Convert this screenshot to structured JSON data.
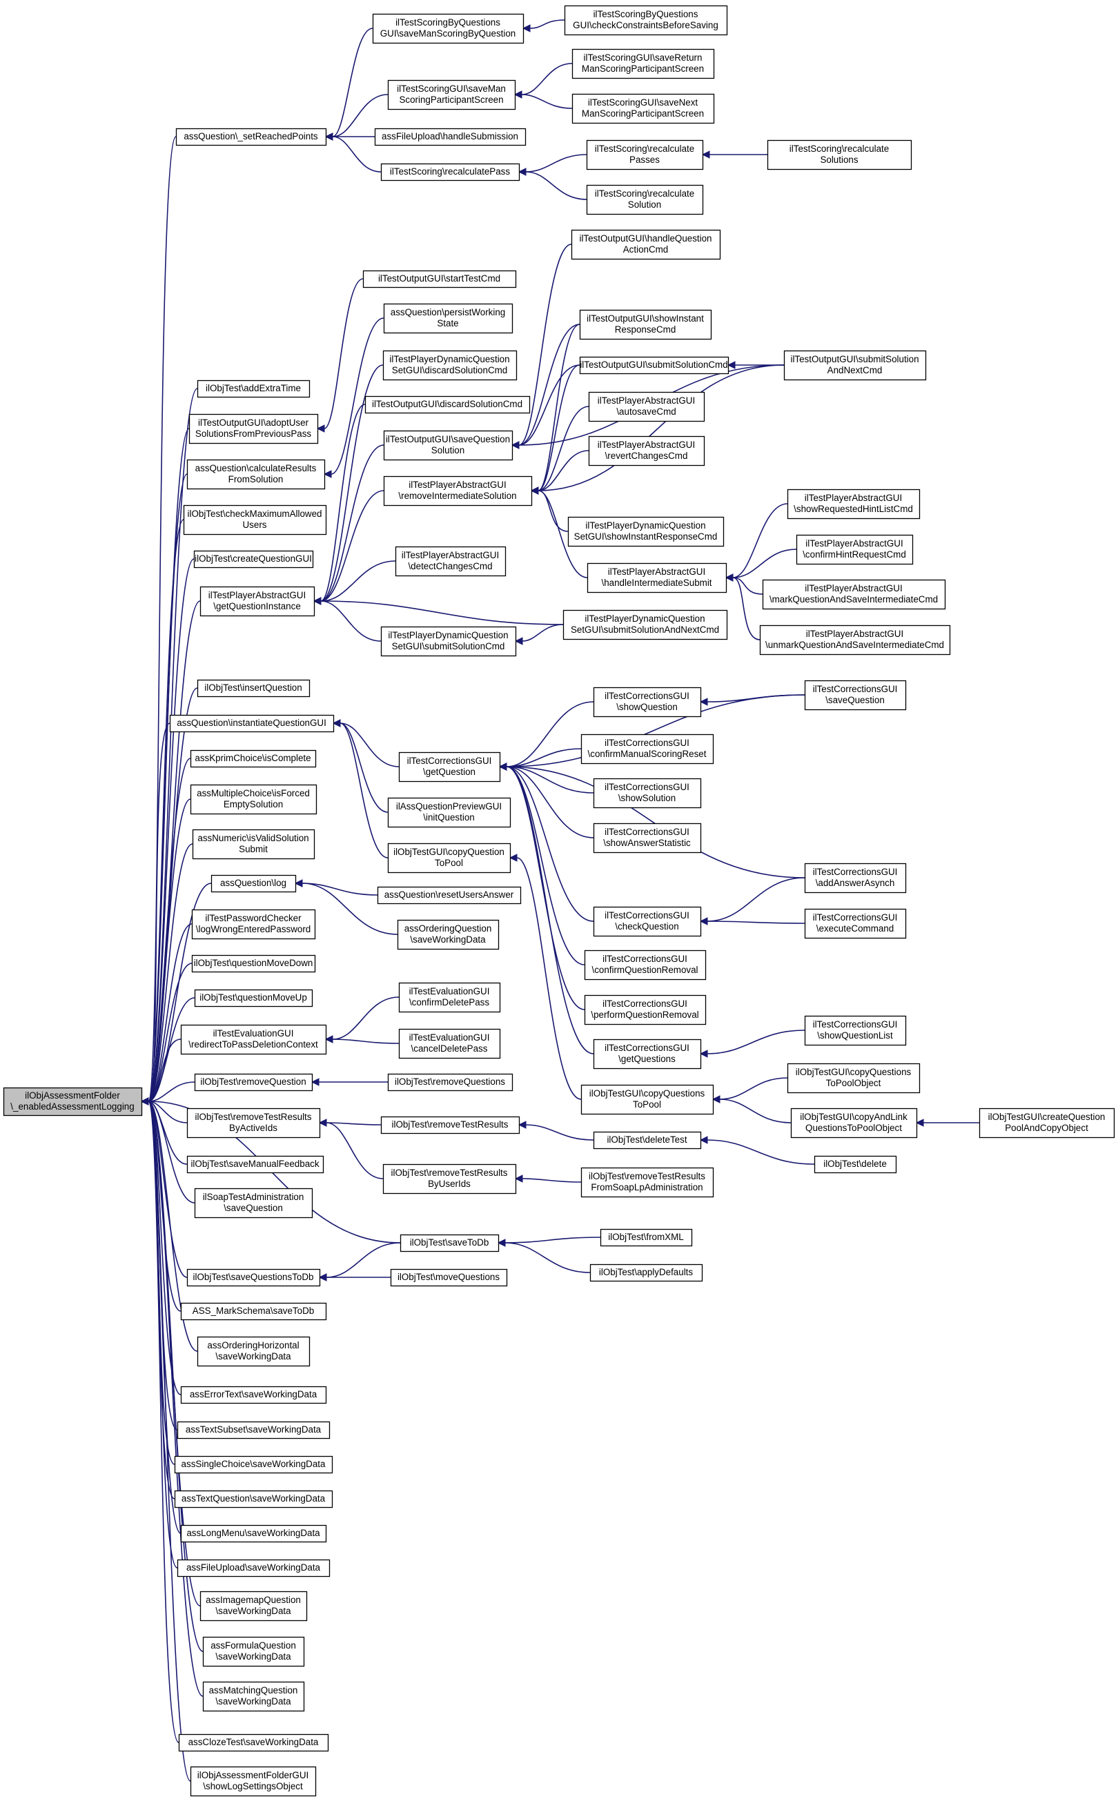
{
  "nodes": [
    {
      "id": "root",
      "lines": [
        "ilObjAssessmentFolder",
        "\\_enabledAssessmentLogging"
      ],
      "root": true
    },
    {
      "id": "setReachedPoints",
      "lines": [
        "assQuestion\\_setReachedPoints"
      ]
    },
    {
      "id": "sbqSaveMan",
      "lines": [
        "ilTestScoringByQuestions",
        "GUI\\saveManScoringByQuestion"
      ]
    },
    {
      "id": "sbqCheck",
      "lines": [
        "ilTestScoringByQuestions",
        "GUI\\checkConstraintsBeforeSaving"
      ]
    },
    {
      "id": "sgSaveMan",
      "lines": [
        "ilTestScoringGUI\\saveMan",
        "ScoringParticipantScreen"
      ]
    },
    {
      "id": "sgSaveReturn",
      "lines": [
        "ilTestScoringGUI\\saveReturn",
        "ManScoringParticipantScreen"
      ]
    },
    {
      "id": "sgSaveNext",
      "lines": [
        "ilTestScoringGUI\\saveNext",
        "ManScoringParticipantScreen"
      ]
    },
    {
      "id": "fileUploadHandle",
      "lines": [
        "assFileUpload\\handleSubmission"
      ]
    },
    {
      "id": "recalcPass",
      "lines": [
        "ilTestScoring\\recalculatePass"
      ]
    },
    {
      "id": "recalcPasses",
      "lines": [
        "ilTestScoring\\recalculate",
        "Passes"
      ]
    },
    {
      "id": "recalcSolutions",
      "lines": [
        "ilTestScoring\\recalculate",
        "Solutions"
      ]
    },
    {
      "id": "recalcSolution",
      "lines": [
        "ilTestScoring\\recalculate",
        "Solution"
      ]
    },
    {
      "id": "handleQAction",
      "lines": [
        "ilTestOutputGUI\\handleQuestion",
        "ActionCmd"
      ]
    },
    {
      "id": "startTestCmd",
      "lines": [
        "ilTestOutputGUI\\startTestCmd"
      ]
    },
    {
      "id": "persistWorking",
      "lines": [
        "assQuestion\\persistWorking",
        "State"
      ]
    },
    {
      "id": "showInstant",
      "lines": [
        "ilTestOutputGUI\\showInstant",
        "ResponseCmd"
      ]
    },
    {
      "id": "addExtraTime",
      "lines": [
        "ilObjTest\\addExtraTime"
      ]
    },
    {
      "id": "dynDiscard",
      "lines": [
        "ilTestPlayerDynamicQuestion",
        "SetGUI\\discardSolutionCmd"
      ]
    },
    {
      "id": "submitSolutionCmd",
      "lines": [
        "ilTestOutputGUI\\submitSolutionCmd"
      ]
    },
    {
      "id": "submitSolutionNext",
      "lines": [
        "ilTestOutputGUI\\submitSolution",
        "AndNextCmd"
      ]
    },
    {
      "id": "adoptUser",
      "lines": [
        "ilTestOutputGUI\\adoptUser",
        "SolutionsFromPreviousPass"
      ]
    },
    {
      "id": "discardSolutionCmd",
      "lines": [
        "ilTestOutputGUI\\discardSolutionCmd"
      ]
    },
    {
      "id": "autosaveCmd",
      "lines": [
        "ilTestPlayerAbstractGUI",
        "\\autosaveCmd"
      ]
    },
    {
      "id": "calcResults",
      "lines": [
        "assQuestion\\calculateResults",
        "FromSolution"
      ]
    },
    {
      "id": "saveQuestionSolution",
      "lines": [
        "ilTestOutputGUI\\saveQuestion",
        "Solution"
      ]
    },
    {
      "id": "revertChanges",
      "lines": [
        "ilTestPlayerAbstractGUI",
        "\\revertChangesCmd"
      ]
    },
    {
      "id": "removeIntermediate",
      "lines": [
        "ilTestPlayerAbstractGUI",
        "\\removeIntermediateSolution"
      ]
    },
    {
      "id": "checkMaxUsers",
      "lines": [
        "ilObjTest\\checkMaximumAllowed",
        "Users"
      ]
    },
    {
      "id": "showRequestedHint",
      "lines": [
        "ilTestPlayerAbstractGUI",
        "\\showRequestedHintListCmd"
      ]
    },
    {
      "id": "dynShowInstant",
      "lines": [
        "ilTestPlayerDynamicQuestion",
        "SetGUI\\showInstantResponseCmd"
      ]
    },
    {
      "id": "confirmHint",
      "lines": [
        "ilTestPlayerAbstractGUI",
        "\\confirmHintRequestCmd"
      ]
    },
    {
      "id": "createQuestionGUI",
      "lines": [
        "ilObjTest\\createQuestionGUI"
      ]
    },
    {
      "id": "detectChanges",
      "lines": [
        "ilTestPlayerAbstractGUI",
        "\\detectChangesCmd"
      ]
    },
    {
      "id": "handleIntermediate",
      "lines": [
        "ilTestPlayerAbstractGUI",
        "\\handleIntermediateSubmit"
      ]
    },
    {
      "id": "markQuestion",
      "lines": [
        "ilTestPlayerAbstractGUI",
        "\\markQuestionAndSaveIntermediateCmd"
      ]
    },
    {
      "id": "getQuestionInstance",
      "lines": [
        "ilTestPlayerAbstractGUI",
        "\\getQuestionInstance"
      ]
    },
    {
      "id": "dynSubmitNext",
      "lines": [
        "ilTestPlayerDynamicQuestion",
        "SetGUI\\submitSolutionAndNextCmd"
      ]
    },
    {
      "id": "dynSubmit",
      "lines": [
        "ilTestPlayerDynamicQuestion",
        "SetGUI\\submitSolutionCmd"
      ]
    },
    {
      "id": "unmarkQuestion",
      "lines": [
        "ilTestPlayerAbstractGUI",
        "\\unmarkQuestionAndSaveIntermediateCmd"
      ]
    },
    {
      "id": "insertQuestion",
      "lines": [
        "ilObjTest\\insertQuestion"
      ]
    },
    {
      "id": "corrShowQuestion",
      "lines": [
        "ilTestCorrectionsGUI",
        "\\showQuestion"
      ]
    },
    {
      "id": "corrSaveQuestion",
      "lines": [
        "ilTestCorrectionsGUI",
        "\\saveQuestion"
      ]
    },
    {
      "id": "instantiateQGUI",
      "lines": [
        "assQuestion\\instantiateQuestionGUI"
      ]
    },
    {
      "id": "corrConfirmManual",
      "lines": [
        "ilTestCorrectionsGUI",
        "\\confirmManualScoringReset"
      ]
    },
    {
      "id": "kprimIsComplete",
      "lines": [
        "assKprimChoice\\isComplete"
      ]
    },
    {
      "id": "corrGetQuestion",
      "lines": [
        "ilTestCorrectionsGUI",
        "\\getQuestion"
      ]
    },
    {
      "id": "corrShowSolution",
      "lines": [
        "ilTestCorrectionsGUI",
        "\\showSolution"
      ]
    },
    {
      "id": "mcIsForced",
      "lines": [
        "assMultipleChoice\\isForced",
        "EmptySolution"
      ]
    },
    {
      "id": "previewInit",
      "lines": [
        "ilAssQuestionPreviewGUI",
        "\\initQuestion"
      ]
    },
    {
      "id": "numericValid",
      "lines": [
        "assNumeric\\isValidSolution",
        "Submit"
      ]
    },
    {
      "id": "corrShowAnswerStat",
      "lines": [
        "ilTestCorrectionsGUI",
        "\\showAnswerStatistic"
      ]
    },
    {
      "id": "copyQuestionToPool",
      "lines": [
        "ilObjTestGUI\\copyQuestion",
        "ToPool"
      ]
    },
    {
      "id": "corrAddAnswer",
      "lines": [
        "ilTestCorrectionsGUI",
        "\\addAnswerAsynch"
      ]
    },
    {
      "id": "qLog",
      "lines": [
        "assQuestion\\log"
      ]
    },
    {
      "id": "resetUsersAnswer",
      "lines": [
        "assQuestion\\resetUsersAnswer"
      ]
    },
    {
      "id": "passwordChecker",
      "lines": [
        "ilTestPasswordChecker",
        "\\logWrongEnteredPassword"
      ]
    },
    {
      "id": "orderingSave",
      "lines": [
        "assOrderingQuestion",
        "\\saveWorkingData"
      ]
    },
    {
      "id": "corrCheckQuestion",
      "lines": [
        "ilTestCorrectionsGUI",
        "\\checkQuestion"
      ]
    },
    {
      "id": "corrExecute",
      "lines": [
        "ilTestCorrectionsGUI",
        "\\executeCommand"
      ]
    },
    {
      "id": "moveDown",
      "lines": [
        "ilObjTest\\questionMoveDown"
      ]
    },
    {
      "id": "corrConfirmRemoval",
      "lines": [
        "ilTestCorrectionsGUI",
        "\\confirmQuestionRemoval"
      ]
    },
    {
      "id": "evalConfirmDelete",
      "lines": [
        "ilTestEvaluationGUI",
        "\\confirmDeletePass"
      ]
    },
    {
      "id": "moveUp",
      "lines": [
        "ilObjTest\\questionMoveUp"
      ]
    },
    {
      "id": "corrPerformRemoval",
      "lines": [
        "ilTestCorrectionsGUI",
        "\\performQuestionRemoval"
      ]
    },
    {
      "id": "evalRedirect",
      "lines": [
        "ilTestEvaluationGUI",
        "\\redirectToPassDeletionContext"
      ]
    },
    {
      "id": "evalCancelDelete",
      "lines": [
        "ilTestEvaluationGUI",
        "\\cancelDeletePass"
      ]
    },
    {
      "id": "corrShowList",
      "lines": [
        "ilTestCorrectionsGUI",
        "\\showQuestionList"
      ]
    },
    {
      "id": "corrGetQuestions",
      "lines": [
        "ilTestCorrectionsGUI",
        "\\getQuestions"
      ]
    },
    {
      "id": "copyQuestionsToPoolObj",
      "lines": [
        "ilObjTestGUI\\copyQuestions",
        "ToPoolObject"
      ]
    },
    {
      "id": "removeQuestion",
      "lines": [
        "ilObjTest\\removeQuestion"
      ]
    },
    {
      "id": "removeQuestions",
      "lines": [
        "ilObjTest\\removeQuestions"
      ]
    },
    {
      "id": "copyQuestionsToPool",
      "lines": [
        "ilObjTestGUI\\copyQuestions",
        "ToPool"
      ]
    },
    {
      "id": "copyAndLink",
      "lines": [
        "ilObjTestGUI\\copyAndLink",
        "QuestionsToPoolObject"
      ]
    },
    {
      "id": "createQPool",
      "lines": [
        "ilObjTestGUI\\createQuestion",
        "PoolAndCopyObject"
      ]
    },
    {
      "id": "removeByActive",
      "lines": [
        "ilObjTest\\removeTestResults",
        "ByActiveIds"
      ]
    },
    {
      "id": "removeTestResults",
      "lines": [
        "ilObjTest\\removeTestResults"
      ]
    },
    {
      "id": "deleteTest",
      "lines": [
        "ilObjTest\\deleteTest"
      ]
    },
    {
      "id": "saveManualFeedback",
      "lines": [
        "ilObjTest\\saveManualFeedback"
      ]
    },
    {
      "id": "delete",
      "lines": [
        "ilObjTest\\delete"
      ]
    },
    {
      "id": "removeByUser",
      "lines": [
        "ilObjTest\\removeTestResults",
        "ByUserIds"
      ]
    },
    {
      "id": "removeFromSoap",
      "lines": [
        "ilObjTest\\removeTestResults",
        "FromSoapLpAdministration"
      ]
    },
    {
      "id": "soapSave",
      "lines": [
        "ilSoapTestAdministration",
        "\\saveQuestion"
      ]
    },
    {
      "id": "fromXML",
      "lines": [
        "ilObjTest\\fromXML"
      ]
    },
    {
      "id": "saveToDb",
      "lines": [
        "ilObjTest\\saveToDb"
      ]
    },
    {
      "id": "applyDefaults",
      "lines": [
        "ilObjTest\\applyDefaults"
      ]
    },
    {
      "id": "saveQuestionsToDb",
      "lines": [
        "ilObjTest\\saveQuestionsToDb"
      ]
    },
    {
      "id": "moveQuestions",
      "lines": [
        "ilObjTest\\moveQuestions"
      ]
    },
    {
      "id": "markSchema",
      "lines": [
        "ASS_MarkSchema\\saveToDb"
      ]
    },
    {
      "id": "orderingHoriz",
      "lines": [
        "assOrderingHorizontal",
        "\\saveWorkingData"
      ]
    },
    {
      "id": "errorText",
      "lines": [
        "assErrorText\\saveWorkingData"
      ]
    },
    {
      "id": "textSubset",
      "lines": [
        "assTextSubset\\saveWorkingData"
      ]
    },
    {
      "id": "singleChoice",
      "lines": [
        "assSingleChoice\\saveWorkingData"
      ]
    },
    {
      "id": "textQuestion",
      "lines": [
        "assTextQuestion\\saveWorkingData"
      ]
    },
    {
      "id": "longMenu",
      "lines": [
        "assLongMenu\\saveWorkingData"
      ]
    },
    {
      "id": "fileUploadSave",
      "lines": [
        "assFileUpload\\saveWorkingData"
      ]
    },
    {
      "id": "imagemap",
      "lines": [
        "assImagemapQuestion",
        "\\saveWorkingData"
      ]
    },
    {
      "id": "formula",
      "lines": [
        "assFormulaQuestion",
        "\\saveWorkingData"
      ]
    },
    {
      "id": "matching",
      "lines": [
        "assMatchingQuestion",
        "\\saveWorkingData"
      ]
    },
    {
      "id": "clozeTest",
      "lines": [
        "assClozeTest\\saveWorkingData"
      ]
    },
    {
      "id": "folderGUI",
      "lines": [
        "ilObjAssessmentFolderGUI",
        "\\showLogSettingsObject"
      ]
    }
  ],
  "edges": [
    {
      "from": "setReachedPoints",
      "to": "root"
    },
    {
      "from": "addExtraTime",
      "to": "root"
    },
    {
      "from": "adoptUser",
      "to": "root"
    },
    {
      "from": "calcResults",
      "to": "root"
    },
    {
      "from": "checkMaxUsers",
      "to": "root"
    },
    {
      "from": "createQuestionGUI",
      "to": "root"
    },
    {
      "from": "getQuestionInstance",
      "to": "root"
    },
    {
      "from": "insertQuestion",
      "to": "root"
    },
    {
      "from": "instantiateQGUI",
      "to": "root"
    },
    {
      "from": "kprimIsComplete",
      "to": "root"
    },
    {
      "from": "mcIsForced",
      "to": "root"
    },
    {
      "from": "numericValid",
      "to": "root"
    },
    {
      "from": "qLog",
      "to": "root"
    },
    {
      "from": "passwordChecker",
      "to": "root"
    },
    {
      "from": "moveDown",
      "to": "root"
    },
    {
      "from": "moveUp",
      "to": "root"
    },
    {
      "from": "evalRedirect",
      "to": "root"
    },
    {
      "from": "removeQuestion",
      "to": "root"
    },
    {
      "from": "removeByActive",
      "to": "root"
    },
    {
      "from": "saveManualFeedback",
      "to": "root"
    },
    {
      "from": "soapSave",
      "to": "root"
    },
    {
      "from": "saveToDb",
      "to": "root"
    },
    {
      "from": "saveQuestionsToDb",
      "to": "root"
    },
    {
      "from": "markSchema",
      "to": "root"
    },
    {
      "from": "orderingHoriz",
      "to": "root"
    },
    {
      "from": "errorText",
      "to": "root"
    },
    {
      "from": "textSubset",
      "to": "root"
    },
    {
      "from": "singleChoice",
      "to": "root"
    },
    {
      "from": "textQuestion",
      "to": "root"
    },
    {
      "from": "longMenu",
      "to": "root"
    },
    {
      "from": "fileUploadSave",
      "to": "root"
    },
    {
      "from": "imagemap",
      "to": "root"
    },
    {
      "from": "formula",
      "to": "root"
    },
    {
      "from": "matching",
      "to": "root"
    },
    {
      "from": "clozeTest",
      "to": "root"
    },
    {
      "from": "folderGUI",
      "to": "root"
    },
    {
      "from": "sbqSaveMan",
      "to": "setReachedPoints"
    },
    {
      "from": "sgSaveMan",
      "to": "setReachedPoints"
    },
    {
      "from": "fileUploadHandle",
      "to": "setReachedPoints"
    },
    {
      "from": "recalcPass",
      "to": "setReachedPoints"
    },
    {
      "from": "sbqCheck",
      "to": "sbqSaveMan"
    },
    {
      "from": "sgSaveReturn",
      "to": "sgSaveMan"
    },
    {
      "from": "sgSaveNext",
      "to": "sgSaveMan"
    },
    {
      "from": "recalcPasses",
      "to": "recalcPass"
    },
    {
      "from": "recalcSolution",
      "to": "recalcPass"
    },
    {
      "from": "recalcSolutions",
      "to": "recalcPasses"
    },
    {
      "from": "startTestCmd",
      "to": "adoptUser"
    },
    {
      "from": "persistWorking",
      "to": "calcResults"
    },
    {
      "from": "dynDiscard",
      "to": "getQuestionInstance"
    },
    {
      "from": "discardSolutionCmd",
      "to": "getQuestionInstance"
    },
    {
      "from": "saveQuestionSolution",
      "to": "getQuestionInstance"
    },
    {
      "from": "removeIntermediate",
      "to": "getQuestionInstance"
    },
    {
      "from": "detectChanges",
      "to": "getQuestionInstance"
    },
    {
      "from": "dynSubmitNext",
      "to": "getQuestionInstance"
    },
    {
      "from": "dynSubmit",
      "to": "getQuestionInstance"
    },
    {
      "from": "handleQAction",
      "to": "saveQuestionSolution"
    },
    {
      "from": "showInstant",
      "to": "saveQuestionSolution"
    },
    {
      "from": "submitSolutionCmd",
      "to": "saveQuestionSolution"
    },
    {
      "from": "submitSolutionNext",
      "to": "saveQuestionSolution"
    },
    {
      "from": "submitSolutionNext",
      "to": "submitSolutionCmd"
    },
    {
      "from": "showInstant",
      "to": "removeIntermediate"
    },
    {
      "from": "submitSolutionCmd",
      "to": "removeIntermediate"
    },
    {
      "from": "autosaveCmd",
      "to": "removeIntermediate"
    },
    {
      "from": "revertChanges",
      "to": "removeIntermediate"
    },
    {
      "from": "dynShowInstant",
      "to": "removeIntermediate"
    },
    {
      "from": "handleIntermediate",
      "to": "removeIntermediate"
    },
    {
      "from": "submitSolutionNext",
      "to": "removeIntermediate"
    },
    {
      "from": "showRequestedHint",
      "to": "handleIntermediate"
    },
    {
      "from": "confirmHint",
      "to": "handleIntermediate"
    },
    {
      "from": "markQuestion",
      "to": "handleIntermediate"
    },
    {
      "from": "unmarkQuestion",
      "to": "handleIntermediate"
    },
    {
      "from": "dynSubmitNext",
      "to": "dynSubmit"
    },
    {
      "from": "corrGetQuestion",
      "to": "instantiateQGUI"
    },
    {
      "from": "previewInit",
      "to": "instantiateQGUI"
    },
    {
      "from": "copyQuestionToPool",
      "to": "instantiateQGUI"
    },
    {
      "from": "corrShowQuestion",
      "to": "corrGetQuestion"
    },
    {
      "from": "corrSaveQuestion",
      "to": "corrGetQuestion"
    },
    {
      "from": "corrConfirmManual",
      "to": "corrGetQuestion"
    },
    {
      "from": "corrShowSolution",
      "to": "corrGetQuestion"
    },
    {
      "from": "corrShowAnswerStat",
      "to": "corrGetQuestion"
    },
    {
      "from": "corrAddAnswer",
      "to": "corrGetQuestion"
    },
    {
      "from": "corrCheckQuestion",
      "to": "corrGetQuestion"
    },
    {
      "from": "corrConfirmRemoval",
      "to": "corrGetQuestion"
    },
    {
      "from": "corrPerformRemoval",
      "to": "corrGetQuestion"
    },
    {
      "from": "corrGetQuestions",
      "to": "corrGetQuestion"
    },
    {
      "from": "corrSaveQuestion",
      "to": "corrShowQuestion"
    },
    {
      "from": "corrAddAnswer",
      "to": "corrCheckQuestion"
    },
    {
      "from": "corrExecute",
      "to": "corrCheckQuestion"
    },
    {
      "from": "corrShowList",
      "to": "corrGetQuestions"
    },
    {
      "from": "copyQuestionsToPool",
      "to": "copyQuestionToPool"
    },
    {
      "from": "copyQuestionsToPoolObj",
      "to": "copyQuestionsToPool"
    },
    {
      "from": "copyAndLink",
      "to": "copyQuestionsToPool"
    },
    {
      "from": "createQPool",
      "to": "copyAndLink"
    },
    {
      "from": "resetUsersAnswer",
      "to": "qLog"
    },
    {
      "from": "orderingSave",
      "to": "qLog"
    },
    {
      "from": "evalConfirmDelete",
      "to": "evalRedirect"
    },
    {
      "from": "evalCancelDelete",
      "to": "evalRedirect"
    },
    {
      "from": "removeQuestions",
      "to": "removeQuestion"
    },
    {
      "from": "removeTestResults",
      "to": "removeByActive"
    },
    {
      "from": "removeByUser",
      "to": "removeByActive"
    },
    {
      "from": "deleteTest",
      "to": "removeTestResults"
    },
    {
      "from": "removeFromSoap",
      "to": "removeByUser"
    },
    {
      "from": "delete",
      "to": "deleteTest"
    },
    {
      "from": "fromXML",
      "to": "saveToDb"
    },
    {
      "from": "applyDefaults",
      "to": "saveToDb"
    },
    {
      "from": "saveToDb",
      "to": "saveQuestionsToDb"
    },
    {
      "from": "moveQuestions",
      "to": "saveQuestionsToDb"
    }
  ]
}
